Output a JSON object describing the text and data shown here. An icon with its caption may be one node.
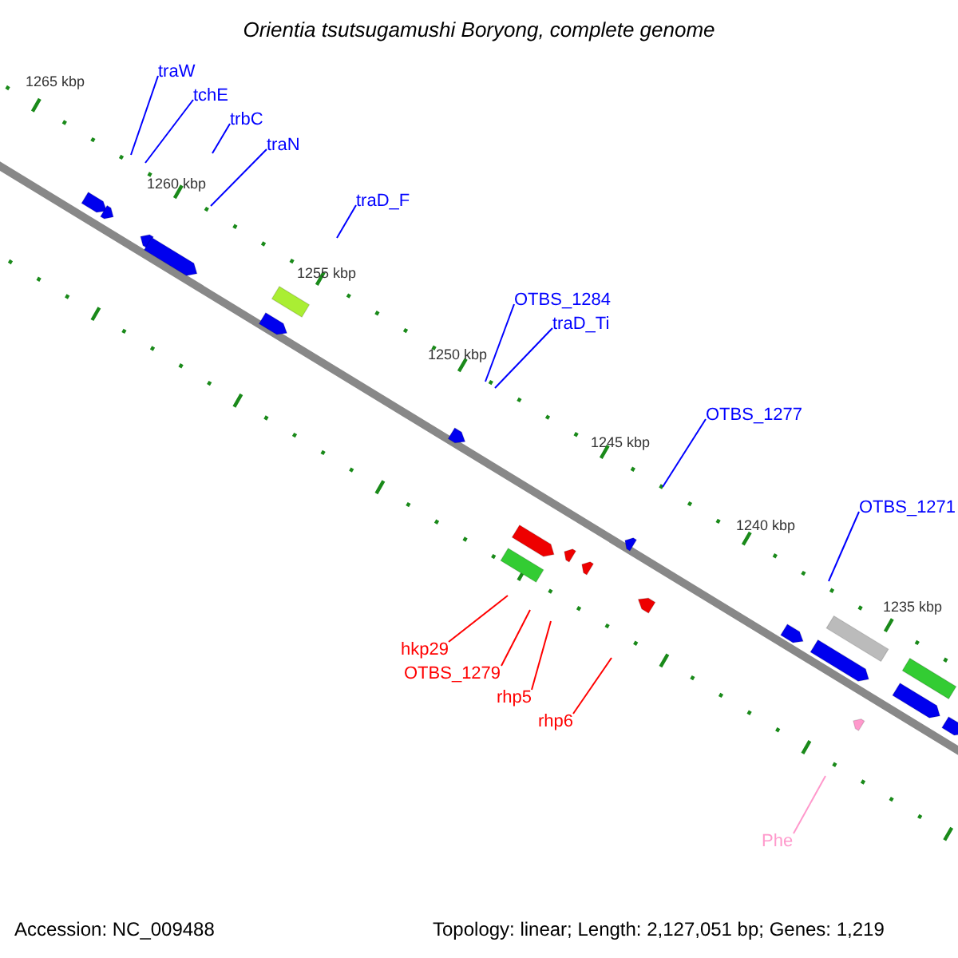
{
  "diagram": {
    "title": "Orientia tsutsugamushi Boryong, complete genome",
    "nodes": [
      {
        "text": [
          "traW"
        ]
      },
      {
        "text": [
          "tchE"
        ]
      },
      {
        "text": [
          "trbC"
        ]
      },
      {
        "text": [
          "traN"
        ]
      },
      {
        "text": [
          "traD_F"
        ]
      },
      {
        "text": [
          "OTBS_1284"
        ]
      },
      {
        "text": [
          "traD_Ti"
        ]
      },
      {
        "text": [
          "OTBS_1277"
        ]
      },
      {
        "text": [
          "OTBS_1271"
        ]
      },
      {
        "text": [
          "hkp29"
        ]
      },
      {
        "text": [
          "OTBS_1279"
        ]
      },
      {
        "text": [
          "rhp5"
        ]
      },
      {
        "text": [
          "rhp6"
        ]
      },
      {
        "text": [
          "Phe"
        ]
      }
    ],
    "edges": [
      {
        "from": 0,
        "to": null,
        "arrow": "none"
      },
      {
        "from": 1,
        "to": null,
        "arrow": "none"
      },
      {
        "from": 2,
        "to": null,
        "arrow": "none"
      },
      {
        "from": 3,
        "to": null,
        "arrow": "none"
      },
      {
        "from": 4,
        "to": null,
        "arrow": "none"
      },
      {
        "from": 5,
        "to": null,
        "arrow": "none"
      },
      {
        "from": 6,
        "to": null,
        "arrow": "none"
      },
      {
        "from": 7,
        "to": null,
        "arrow": "none"
      },
      {
        "from": 8,
        "to": null,
        "arrow": "none"
      },
      {
        "from": 9,
        "to": null,
        "arrow": "none",
        "color": "#ff0000"
      },
      {
        "from": 10,
        "to": null,
        "arrow": "none",
        "color": "#ff0000"
      },
      {
        "from": 11,
        "to": null,
        "arrow": "none",
        "color": "#ff0000"
      },
      {
        "from": 12,
        "to": null,
        "arrow": "none",
        "color": "#ff0000"
      },
      {
        "from": 13,
        "to": null,
        "arrow": "none",
        "color": "#ff99cc"
      }
    ],
    "labels": [
      "1265 kbp",
      "1260 kbp",
      "1255 kbp",
      "1250 kbp",
      "1245 kbp",
      "1240 kbp",
      "1235 kbp",
      "Accession: NC_009488",
      "Topology: linear; Length: 2,127,051 bp; Genes: 1,219"
    ]
  }
}
